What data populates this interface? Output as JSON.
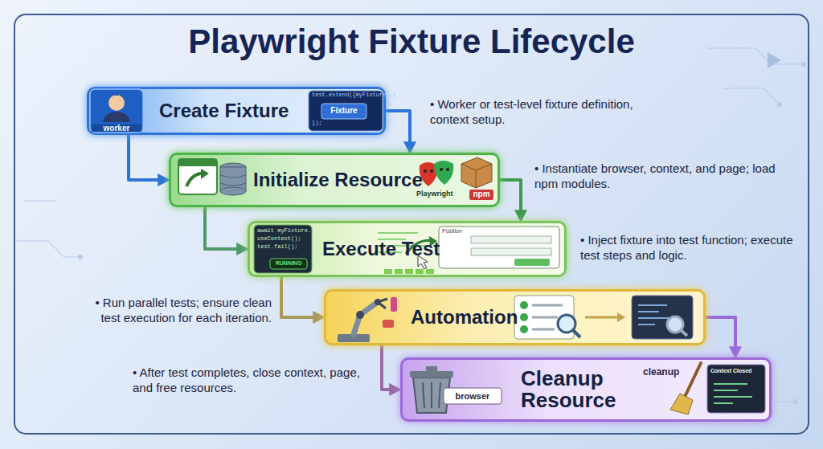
{
  "diagram": {
    "title": "Playwright Fixture Lifecycle",
    "nodes": [
      {
        "text": [
          "Create Fixture"
        ]
      },
      {
        "text": [
          "Initialize Resource"
        ]
      },
      {
        "text": [
          "Execute Test"
        ]
      },
      {
        "text": [
          "Automation"
        ]
      },
      {
        "text": [
          "Cleanup Resource"
        ]
      }
    ],
    "edges": [
      {
        "from": 0,
        "to": 1,
        "arrow": "to"
      },
      {
        "from": 0,
        "to": 1,
        "arrow": "to"
      },
      {
        "from": 1,
        "to": 2,
        "arrow": "to"
      },
      {
        "from": 1,
        "to": 2,
        "arrow": "to"
      },
      {
        "from": 2,
        "to": 3,
        "arrow": "to"
      },
      {
        "from": 3,
        "to": 4,
        "arrow": "to"
      },
      {
        "from": 3,
        "to": 4,
        "arrow": "to"
      }
    ],
    "labels": [
      "• Worker or test-level fixture definition, context setup.",
      "• Instantiate browser, context, and page; load npm modules.",
      "• Inject fixture into test function; execute test steps and logic.",
      "• Run parallel tests; ensure clean test execution for each iteration.",
      "• After test completes, close context, page, and free resources.",
      "worker",
      "test.extend({myFixture..{",
      "});",
      "Fixture",
      "Playwright",
      "npm",
      "await myFixture.",
      "useContext();",
      "test.fail();",
      "RUNNING",
      "Position",
      "browser",
      "cleanup",
      "Context Closed"
    ]
  }
}
